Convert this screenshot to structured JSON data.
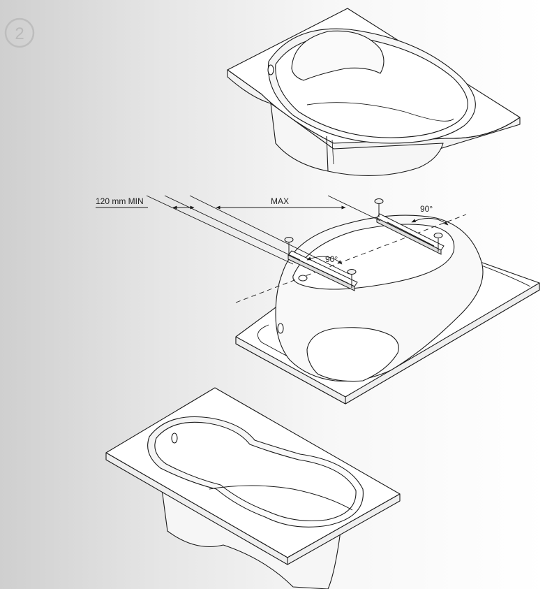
{
  "step": {
    "number": "2"
  },
  "dimensions": {
    "min_label": "120 mm MIN",
    "max_label": "MAX",
    "angle_left": "90°",
    "angle_right": "90°"
  },
  "colors": {
    "line": "#1a1a1a",
    "tub_fill": "#ffffff",
    "tub_shade": "#ececec",
    "step_circle": "#bdbdbd"
  }
}
